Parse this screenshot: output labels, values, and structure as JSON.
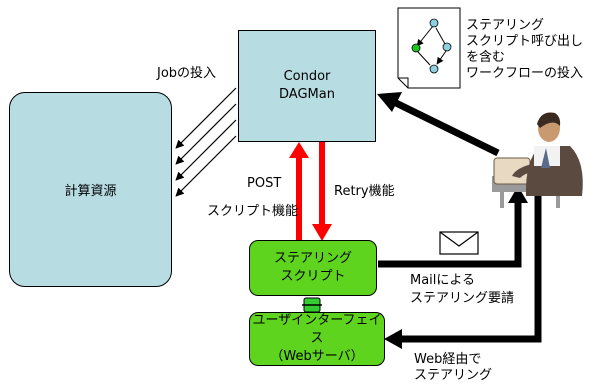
{
  "nodes": {
    "resources": {
      "label": "計算資源"
    },
    "condor": {
      "lines": [
        "Condor",
        "DAGMan"
      ]
    },
    "steering_script": {
      "lines": [
        "ステアリング",
        "スクリプト"
      ]
    },
    "user_interface": {
      "lines": [
        "ユーザインターフェイス",
        "（Webサーバ）"
      ]
    }
  },
  "labels": {
    "job_submit": "Jobの投入",
    "post": "POST",
    "post_script": "スクリプト機能",
    "retry": "Retry機能",
    "workflow_submit": [
      "ステアリング",
      "スクリプト呼び出し",
      "を含む",
      "ワークフローの投入"
    ],
    "mail_request": [
      "Mailによる",
      "ステアリング要請"
    ],
    "web_steering": [
      "Web経由で",
      "ステアリング"
    ]
  },
  "colors": {
    "condor_fill": "#b7dde3",
    "resources_fill": "#b7dde3",
    "script_fill": "#5ed41e",
    "ui_fill": "#5ed41e",
    "connector_fill": "#33cc33",
    "red_arrow": "#ff0000",
    "black_arrow": "#000000",
    "dag_node": "#8fd0e0",
    "dag_start_node": "#22c422"
  },
  "icons": [
    "envelope-icon",
    "user-at-computer-icon",
    "workflow-document-icon"
  ]
}
